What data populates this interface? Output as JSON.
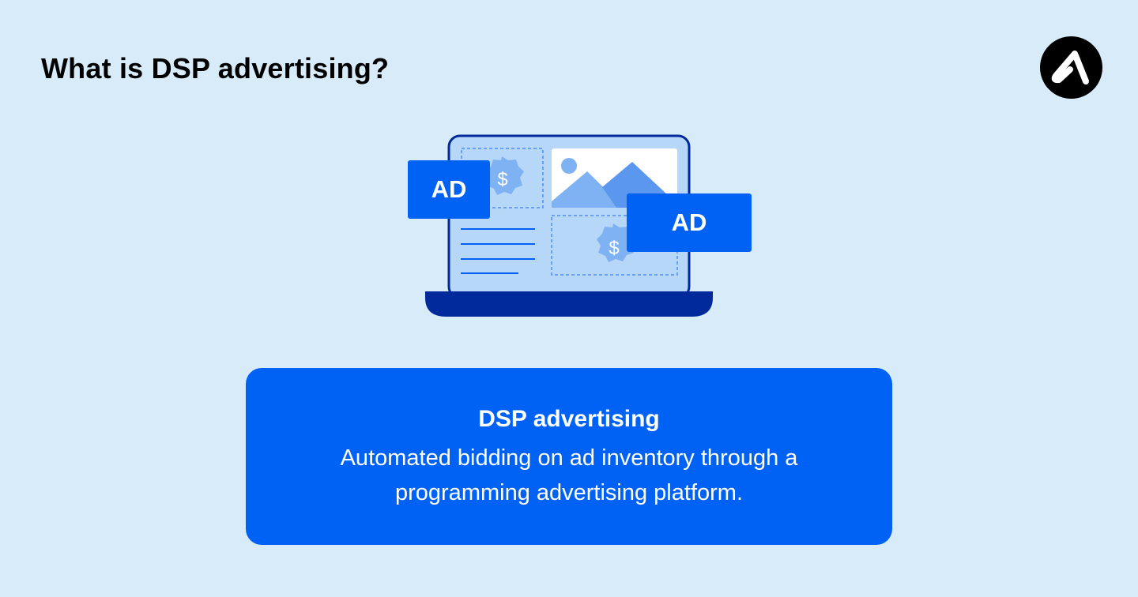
{
  "header": {
    "title": "What is DSP advertising?"
  },
  "logo": {
    "icon": "brand-a-logo-icon",
    "color": "#000000"
  },
  "illustration": {
    "ad_badges": [
      {
        "label": "AD"
      },
      {
        "label": "AD"
      }
    ],
    "icons": [
      "laptop-icon",
      "image-placeholder-icon",
      "dollar-badge-icon",
      "dollar-badge-icon",
      "text-lines-icon"
    ],
    "colors": {
      "accent": "#0062f5",
      "laptop_frame": "#002a9c",
      "screen": "#b7d7f8",
      "light_blue": "#7fb2f2"
    }
  },
  "definition_card": {
    "title": "DSP advertising",
    "body": "Automated bidding on ad inventory through a programming advertising platform.",
    "background": "#0062f5"
  },
  "colors": {
    "background": "#d8ebf9"
  }
}
